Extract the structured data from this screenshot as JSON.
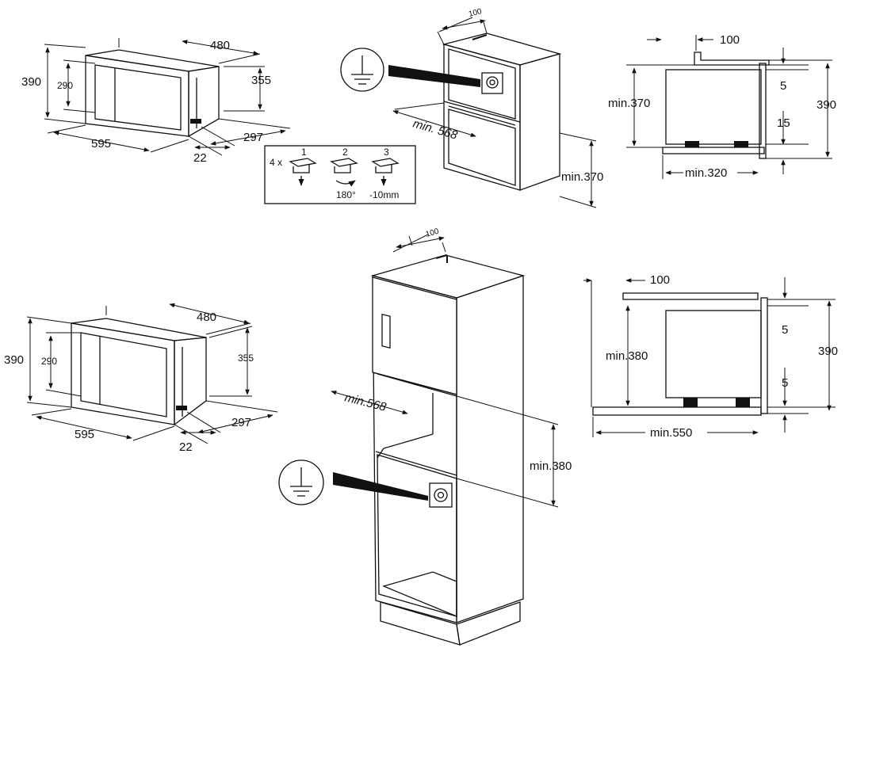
{
  "top_front_view": {
    "width": "480",
    "height_outer": "390",
    "height_inner": "290",
    "depth": "355",
    "front_width": "595",
    "lip": "22",
    "cavity": "297"
  },
  "top_cabinet_view": {
    "depth_top": "100",
    "min_width": "min. 568",
    "min_height": "min.370"
  },
  "top_side_view": {
    "depth": "100",
    "min_height": "min.370",
    "gap_top": "5",
    "gap_bottom": "15",
    "height": "390",
    "min_depth": "min.320"
  },
  "install_steps": {
    "count": "4 x",
    "steps": [
      {
        "num": "1",
        "caption": ""
      },
      {
        "num": "2",
        "caption": "180°"
      },
      {
        "num": "3",
        "caption": "-10mm"
      }
    ]
  },
  "bottom_front_view": {
    "width": "480",
    "height_outer": "390",
    "height_inner": "290",
    "depth": "355",
    "front_width": "595",
    "lip": "22",
    "cavity": "297"
  },
  "bottom_cabinet_view": {
    "depth_top": "100",
    "min_width": "min.568",
    "min_height": "min.380"
  },
  "bottom_side_view": {
    "depth": "100",
    "min_height": "min.380",
    "gap_top": "5",
    "gap_bottom": "5",
    "height": "390",
    "min_depth": "min.550"
  }
}
